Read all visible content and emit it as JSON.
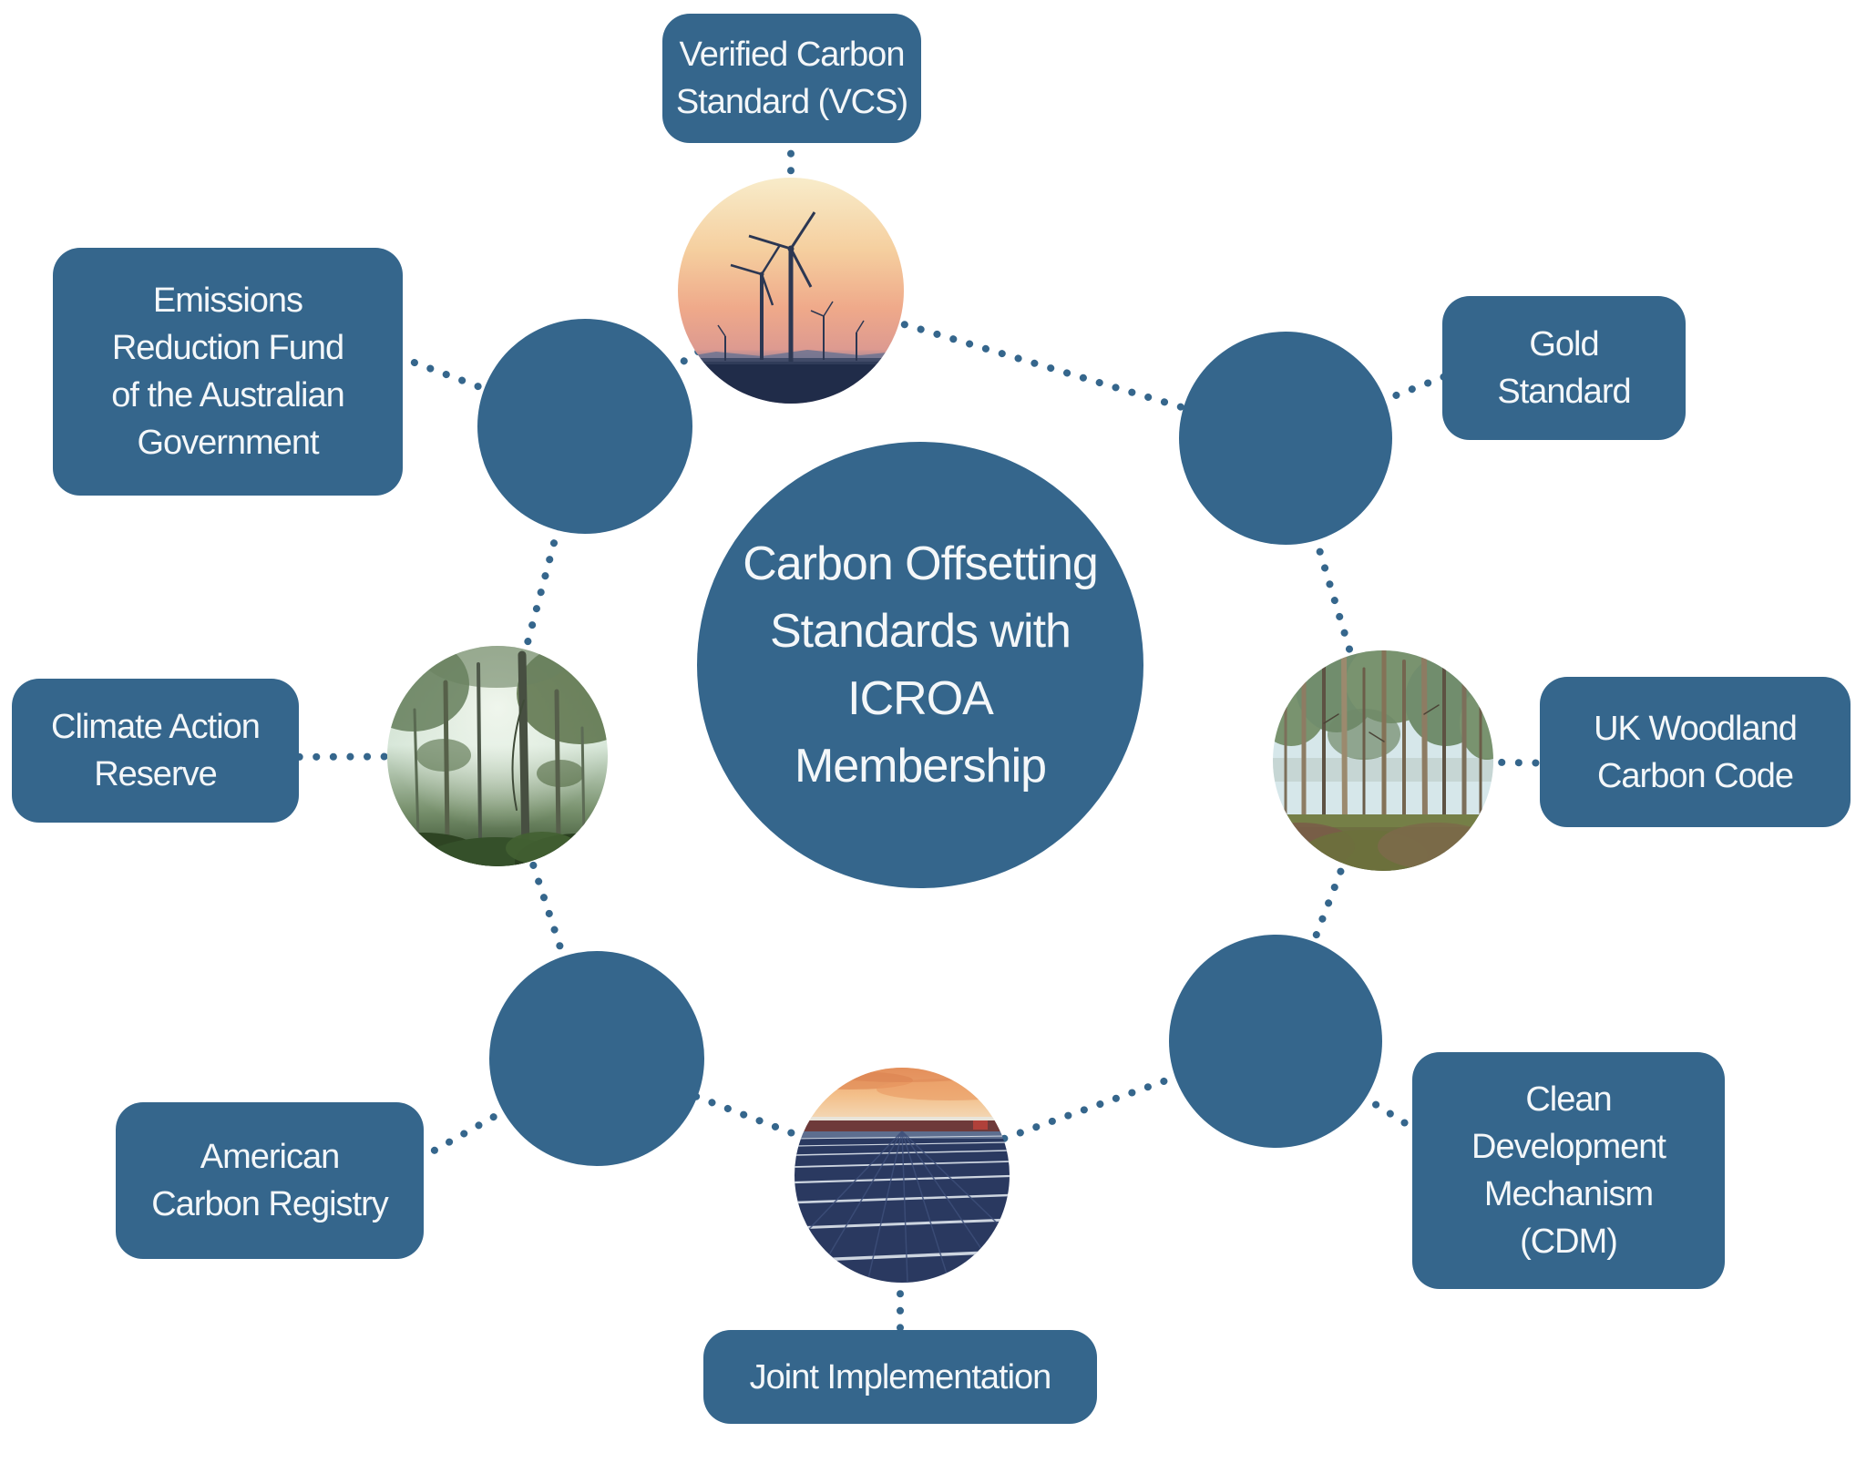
{
  "colors": {
    "primary_blue": "#35668C",
    "label_text": "#F4F7F9",
    "background": "#FFFFFF",
    "dotted_line": "#35668C"
  },
  "center_node": {
    "label": "Carbon Offsetting\nStandards with\nICROA\nMembership"
  },
  "nodes": [
    {
      "id": "vcs",
      "label": "Verified Carbon\nStandard (VCS)",
      "node_type": "photo",
      "image": "wind-turbines-at-sunset-photo"
    },
    {
      "id": "gold",
      "label": "Gold\nStandard",
      "node_type": "solid-circle"
    },
    {
      "id": "ukwcc",
      "label": "UK Woodland\nCarbon Code",
      "node_type": "photo",
      "image": "pine-forest-photo"
    },
    {
      "id": "cdm",
      "label": "Clean\nDevelopment\nMechanism\n(CDM)",
      "node_type": "solid-circle"
    },
    {
      "id": "ji",
      "label": "Joint Implementation",
      "node_type": "photo",
      "image": "solar-panel-farm-at-sunset-photo"
    },
    {
      "id": "acr",
      "label": "American\nCarbon Registry",
      "node_type": "solid-circle"
    },
    {
      "id": "car",
      "label": "Climate Action\nReserve",
      "node_type": "photo",
      "image": "misty-rainforest-photo"
    },
    {
      "id": "erf",
      "label": "Emissions\nReduction Fund\nof the Australian\nGovernment",
      "node_type": "solid-circle"
    }
  ]
}
